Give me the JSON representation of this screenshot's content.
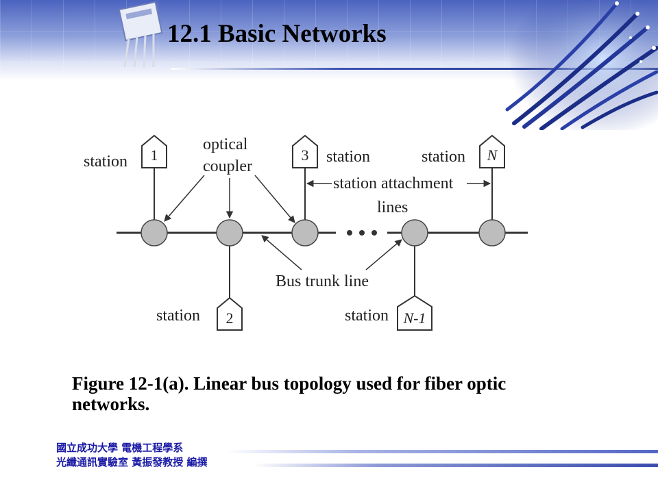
{
  "page": {
    "title": "12.1 Basic Networks",
    "caption": "Figure 12-1(a). Linear bus topology used for fiber optic networks.",
    "footer_line1": "國立成功大學 電機工程學系",
    "footer_line2": "光纖通訊實驗室 黃振發教授 編撰"
  },
  "diagram": {
    "labels": {
      "station_1": "station",
      "station_2": "station",
      "station_3": "station",
      "station_n": "station",
      "station_n1": "station",
      "optical_coupler_line1": "optical",
      "optical_coupler_line2": "coupler",
      "attachment_line1": "station attachment",
      "attachment_line2": "lines",
      "bus_trunk_line": "Bus trunk line"
    },
    "station_ids": {
      "s1": "1",
      "s2": "2",
      "s3": "3",
      "sn": "N",
      "sn1": "N-1"
    }
  },
  "colors": {
    "banner_blue": "#4a63bf",
    "node_fill": "#bdbdbd",
    "footer_text": "#1a1aa6"
  }
}
